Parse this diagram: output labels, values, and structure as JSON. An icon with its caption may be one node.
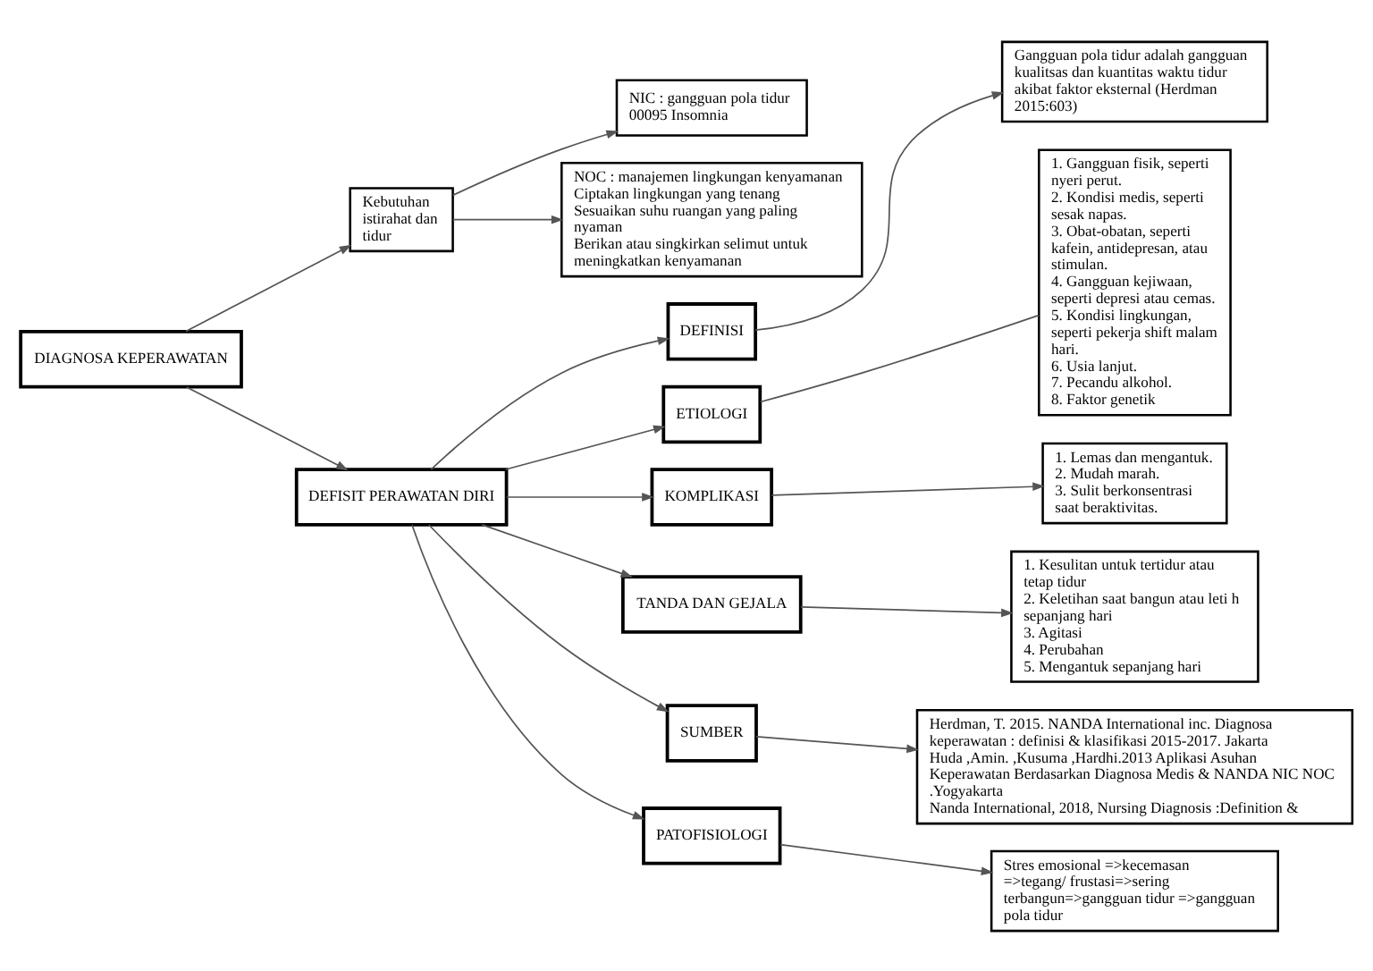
{
  "diagram": {
    "nodes": [
      {
        "text": [
          "DIAGNOSA KEPERAWATAN"
        ]
      },
      {
        "text": [
          "Kebutuhan istirahat dan tidur"
        ]
      },
      {
        "text": [
          "NIC : gangguan pola tidur",
          "00095 Insomnia"
        ]
      },
      {
        "text": [
          "NOC : manajemen lingkungan kenyamanan",
          "Ciptakan lingkungan yang tenang",
          "Sesuaikan suhu ruangan yang paling nyaman",
          "Berikan atau singkirkan selimut untuk meningkatkan kenyamanan"
        ]
      },
      {
        "text": [
          "DEFINISI"
        ]
      },
      {
        "text": [
          "Gangguan pola tidur adalah gangguan kualitsas dan kuantitas waktu tidur akibat faktor eksternal (Herdman 2015:603)"
        ]
      },
      {
        "text": [
          "ETIOLOGI"
        ]
      },
      {
        "text": [
          "1. Gangguan fisik, seperti nyeri perut.",
          "2. Kondisi medis, seperti sesak napas.",
          "3. Obat-obatan, seperti kafein, antidepresan, atau stimulan.",
          "4. Gangguan kejiwaan, seperti depresi atau cemas.",
          "5. Kondisi lingkungan, seperti pekerja shift malam hari.",
          "6. Usia lanjut.",
          "7. Pecandu alkohol.",
          "8. Faktor genetik"
        ]
      },
      {
        "text": [
          "KOMPLIKASI"
        ]
      },
      {
        "text": [
          "1. Lemas dan mengantuk.",
          "2. Mudah marah.",
          "3. Sulit berkonsentrasi saat beraktivitas."
        ]
      },
      {
        "text": [
          "DEFISIT PERAWATAN DIRI"
        ]
      },
      {
        "text": [
          "TANDA DAN GEJALA"
        ]
      },
      {
        "text": [
          "1. Kesulitan untuk tertidur atau tetap tidur",
          "2. Keletihan saat bangun atau leti h sepanjang hari",
          "3. Agitasi",
          "4. Perubahan",
          "5. Mengantuk sepanjang hari"
        ]
      },
      {
        "text": [
          "SUMBER"
        ]
      },
      {
        "text": [
          "Herdman, T. 2015. NANDA International inc. Diagnosa keperawatan : definisi & klasifikasi 2015-2017. Jakarta",
          "Huda ,Amin. ,Kusuma ,Hardhi.2013 Aplikasi Asuhan Keperawatan Berdasarkan Diagnosa Medis & NANDA NIC NOC .Yogyakarta",
          "Nanda International, 2018, Nursing Diagnosis :Definition &"
        ]
      },
      {
        "text": [
          "PATOFISIOLOGI"
        ]
      },
      {
        "text": [
          "Stres emosional =>kecemasan =>tegang/ frustasi=>sering terbangun=>gangguan tidur =>gangguan pola tidur"
        ]
      }
    ],
    "edges": [
      {
        "from": 0,
        "to": 1,
        "arrow": "to"
      },
      {
        "from": 1,
        "to": 2,
        "arrow": "to"
      },
      {
        "from": 1,
        "to": 3,
        "arrow": "to"
      },
      {
        "from": 0,
        "to": 10,
        "arrow": "to"
      },
      {
        "from": 10,
        "to": 4,
        "arrow": "to"
      },
      {
        "from": 4,
        "to": 5,
        "arrow": "to"
      },
      {
        "from": 10,
        "to": 6,
        "arrow": "to"
      },
      {
        "from": 6,
        "to": 7,
        "arrow": "none"
      },
      {
        "from": 10,
        "to": 8,
        "arrow": "to"
      },
      {
        "from": 8,
        "to": 9,
        "arrow": "to"
      },
      {
        "from": 10,
        "to": 11,
        "arrow": "to"
      },
      {
        "from": 11,
        "to": 12,
        "arrow": "to"
      },
      {
        "from": 10,
        "to": 13,
        "arrow": "to"
      },
      {
        "from": 13,
        "to": 14,
        "arrow": "to"
      },
      {
        "from": 10,
        "to": 15,
        "arrow": "to"
      },
      {
        "from": 15,
        "to": 16,
        "arrow": "to"
      }
    ]
  }
}
